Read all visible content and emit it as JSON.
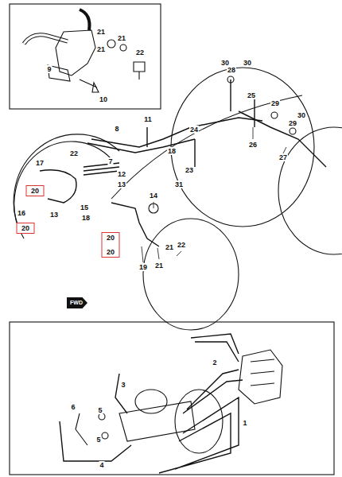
{
  "diagram": {
    "nodes": [
      {
        "text": [
          "20"
        ]
      },
      {
        "text": [
          "20"
        ]
      },
      {
        "text": [
          "20",
          "20"
        ]
      }
    ],
    "labels": [
      "21",
      "21",
      "21",
      "22",
      "9",
      "10",
      "30",
      "30",
      "11",
      "8",
      "24",
      "25",
      "29",
      "30",
      "29",
      "28",
      "26",
      "27",
      "22",
      "18",
      "7",
      "17",
      "12",
      "13",
      "23",
      "31",
      "14",
      "16",
      "13",
      "15",
      "18",
      "19",
      "21",
      "21",
      "22",
      "FWD",
      "2",
      "3",
      "1",
      "6",
      "5",
      "5",
      "4"
    ]
  }
}
